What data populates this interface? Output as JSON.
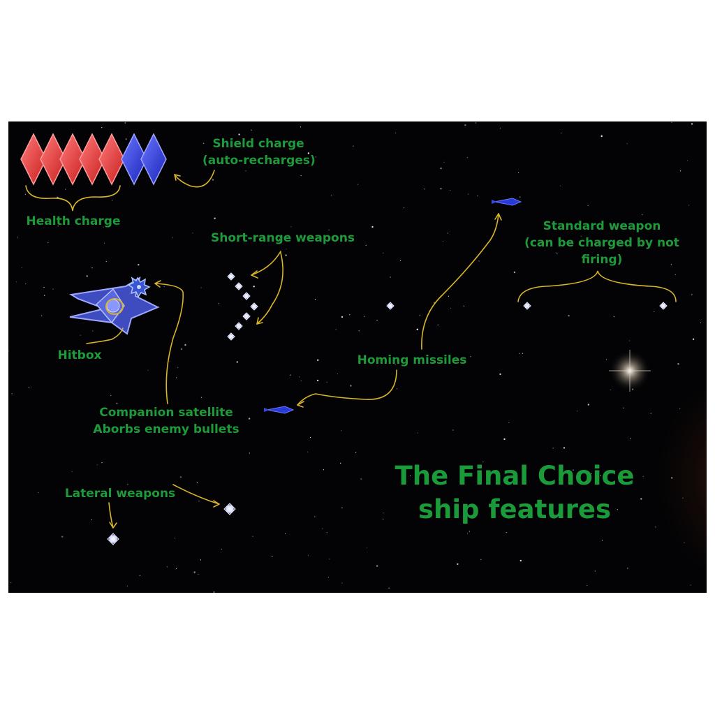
{
  "labels": {
    "shield_line1": "Shield charge",
    "shield_line2": "(auto-recharges)",
    "health": "Health charge",
    "short_range": "Short-range weapons",
    "standard_line1": "Standard weapon",
    "standard_line2": "(can be charged by not",
    "standard_line3": "firing)",
    "hitbox": "Hitbox",
    "homing": "Homing missiles",
    "companion_line1": "Companion satellite",
    "companion_line2": "Aborbs enemy bullets",
    "lateral": "Lateral weapons",
    "title_line1": "The Final Choice",
    "title_line2": "ship features"
  },
  "hud": {
    "health_charges": 5,
    "shield_charges": 2
  },
  "colors": {
    "label_green": "#1f9a3a",
    "annotation_yellow": "#d8b52a",
    "health_red": "#e23a3a",
    "shield_blue": "#2a3ad8",
    "ship_blue": "#5a6ad8",
    "bullet": "#dcdcff",
    "background": "#030305"
  },
  "icons": [
    "ship-icon",
    "satellite-icon",
    "missile-icon",
    "bullet-icon"
  ]
}
